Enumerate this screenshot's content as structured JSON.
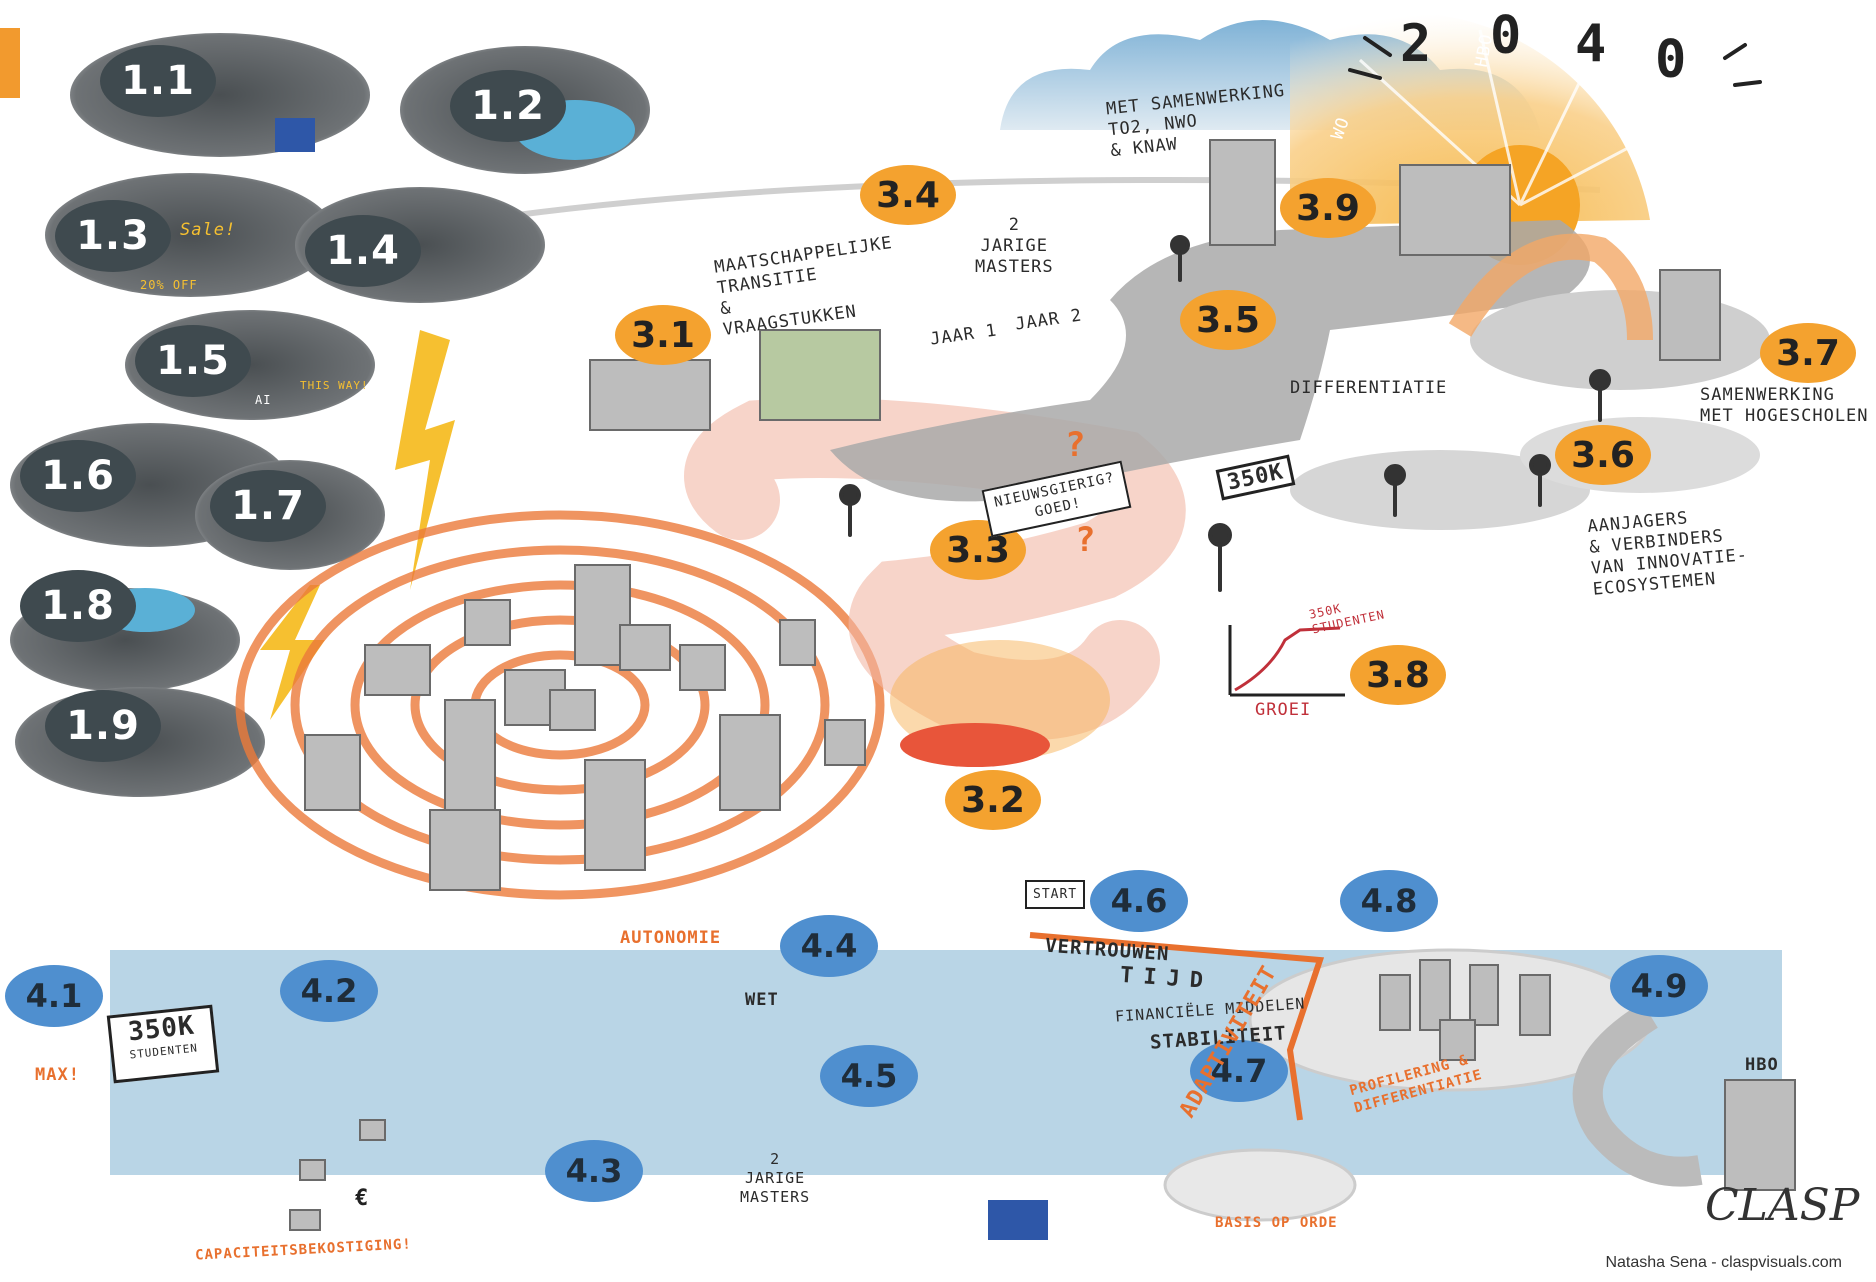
{
  "year_digits": [
    "2",
    "0",
    "4",
    "0"
  ],
  "sun_labels": {
    "wo": "WO",
    "hbo_top": "HBO",
    "hbo_right": "HBO"
  },
  "section1": {
    "badges": [
      "1.1",
      "1.2",
      "1.3",
      "1.4",
      "1.5",
      "1.6",
      "1.7",
      "1.8",
      "1.9"
    ],
    "sale_text": "Sale!",
    "discount_text": "20% OFF",
    "this_way_text": "THIS WAY!",
    "ai_text": "AI"
  },
  "section3": {
    "badges": [
      "3.1",
      "3.2",
      "3.3",
      "3.4",
      "3.5",
      "3.6",
      "3.7",
      "3.8",
      "3.9"
    ],
    "maatschappelijke": "MAATSCHAPPELIJKE\nTRANSITIE\n&\nVRAAGSTUKKEN",
    "samenwerking_top": "MET SAMENWERKING\nTO2, NWO\n& KNAW",
    "masters": "2\nJARIGE\nMASTERS",
    "jaar1": "JAAR 1",
    "jaar2": "JAAR 2",
    "differentiatie": "DIFFERENTIATIE",
    "samenwerking_hogescholen": "SAMENWERKING\nMET HOGESCHOLEN",
    "aanjagers": "AANJAGERS\n& VERBINDERS\nVAN INNOVATIE-\nECOSYSTEMEN",
    "sign_350k": "350K",
    "nieuwsgierig": "NIEUWSGIERIG?\nGOED!",
    "graph_label": "350K\nSTUDENTEN",
    "groei": "GROEI",
    "question_marks": "?"
  },
  "section4": {
    "badges": [
      "4.1",
      "4.2",
      "4.3",
      "4.4",
      "4.5",
      "4.6",
      "4.7",
      "4.8",
      "4.9"
    ],
    "max": "MAX!",
    "sign_350k": "350K",
    "sign_studenten": "STUDENTEN",
    "capaciteit": "CAPACITEITSBEKOSTIGING!",
    "autonomie": "AUTONOMIE",
    "wet": "WET",
    "start": "START",
    "vertrouwen": "VERTROUWEN",
    "tijd": "TIJD",
    "financiele": "FINANCIËLE MIDDELEN",
    "stabiliteit": "STABILITEIT",
    "masters": "2\nJARIGE\nMASTERS",
    "adaptiviteit": "ADAPTIVITEIT",
    "basis": "BASIS OP ORDE",
    "profilering": "PROFILERING &\nDIFFERENTIATIE",
    "hbo": "HBO",
    "euro": "€"
  },
  "logo": "CLASP",
  "credit": "Natasha Sena - claspvisuals.com",
  "colors": {
    "orange": "#f4a22f",
    "orange_line": "#e8702e",
    "dark_cloud": "#3f4a4f",
    "blue_band": "#b9d5e6",
    "blue_badge": "#4f8fcf",
    "red_accent": "#c0303a"
  }
}
